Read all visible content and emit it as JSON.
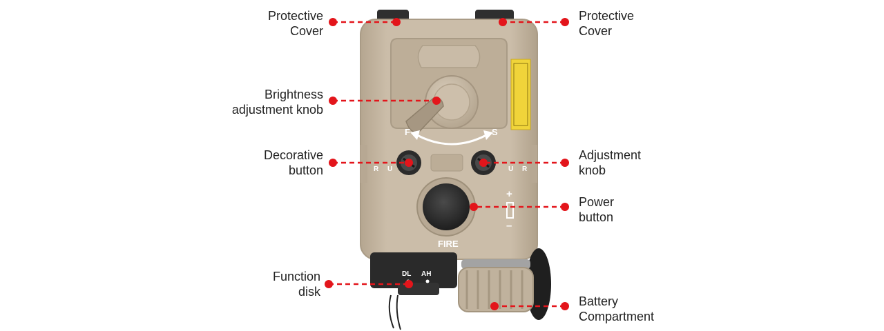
{
  "callouts": [
    {
      "id": "protective-cover-left",
      "line1": "Protective",
      "line2": "Cover"
    },
    {
      "id": "protective-cover-right",
      "line1": "Protective",
      "line2": "Cover"
    },
    {
      "id": "brightness-adjustment-knob",
      "line1": "Brightness",
      "line2": "adjustment knob"
    },
    {
      "id": "decorative-button",
      "line1": "Decorative",
      "line2": "button"
    },
    {
      "id": "adjustment-knob",
      "line1": "Adjustment",
      "line2": "knob"
    },
    {
      "id": "power-button",
      "line1": "Power",
      "line2": "button"
    },
    {
      "id": "function-disk",
      "line1": "Function",
      "line2": "disk"
    },
    {
      "id": "battery-compartment",
      "line1": "Battery",
      "line2": "Compartment"
    }
  ],
  "device_markings": {
    "fire": "FIRE",
    "f": "F",
    "s": "S",
    "dl": "DL",
    "ah": "AH",
    "plus": "+",
    "minus": "–",
    "u": "U",
    "r": "R"
  },
  "colors": {
    "callout_red": "#e3151b",
    "device_tan": "#c4b6a2",
    "device_shadow": "#a99b86",
    "dark_part": "#2e2e2e"
  }
}
